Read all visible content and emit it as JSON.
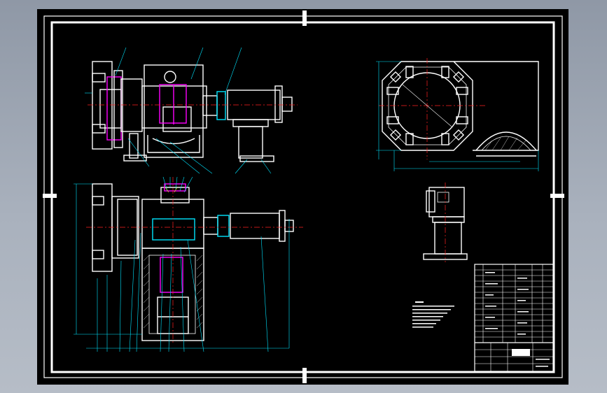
{
  "viewer": {
    "background_top": "#8f98a6",
    "background_bottom": "#b6bdc7",
    "sheet_color": "#000000"
  },
  "colors": {
    "outline": "#ffffff",
    "dimension": "#00e5ff",
    "centerline": "#ff2020",
    "accent": "#ff00ff",
    "yellow": "#ffff00"
  },
  "drawing": {
    "views": [
      "top-assembly-view",
      "front-section-view",
      "octagon-end-view",
      "small-side-view"
    ],
    "title_block": {
      "rows": 18,
      "notes_lines": 8
    }
  }
}
